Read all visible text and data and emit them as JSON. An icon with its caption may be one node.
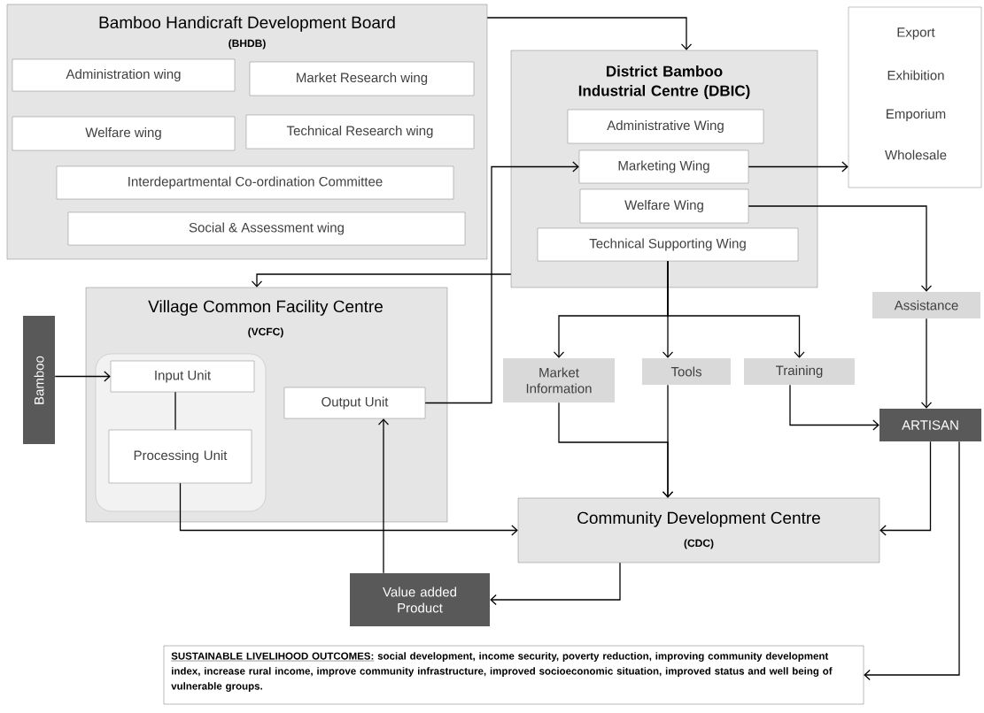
{
  "diagram": {
    "nodes": [
      {
        "text": [
          "Bamboo Handicraft Development Board",
          "(BHDB)"
        ]
      },
      {
        "text": [
          "Administration wing"
        ],
        "in": 0
      },
      {
        "text": [
          "Market Research wing"
        ],
        "in": 0
      },
      {
        "text": [
          "Welfare wing"
        ],
        "in": 0
      },
      {
        "text": [
          "Technical Research wing"
        ],
        "in": 0
      },
      {
        "text": [
          "Interdepartmental Co-ordination Committee"
        ],
        "in": 0
      },
      {
        "text": [
          "Social & Assessment wing"
        ],
        "in": 0
      },
      {
        "text": [
          "District Bamboo Industrial Centre (DBIC)"
        ]
      },
      {
        "text": [
          "Administrative Wing"
        ],
        "in": 7
      },
      {
        "text": [
          "Marketing Wing"
        ],
        "in": 7
      },
      {
        "text": [
          "Welfare Wing"
        ],
        "in": 7
      },
      {
        "text": [
          "Technical Supporting Wing"
        ],
        "in": 7
      },
      {
        "text": [
          "Export",
          "Exhibition",
          "Emporium",
          "Wholesale"
        ]
      },
      {
        "text": [
          "Village Common Facility Centre",
          "(VCFC)"
        ]
      },
      {
        "text": [],
        "shape": "box",
        "in": 13
      },
      {
        "text": [
          "Input Unit"
        ],
        "in": 14
      },
      {
        "text": [
          "Processing Unit"
        ],
        "in": 14
      },
      {
        "text": [
          "Output Unit"
        ],
        "in": 13
      },
      {
        "text": [
          "Bamboo"
        ]
      },
      {
        "text": [
          "Assistance"
        ]
      },
      {
        "text": [
          "Market Information"
        ]
      },
      {
        "text": [
          "Tools"
        ]
      },
      {
        "text": [
          "Training"
        ]
      },
      {
        "text": [
          "ARTISAN"
        ]
      },
      {
        "text": [
          "Community Development Centre",
          "(CDC)"
        ]
      },
      {
        "text": [
          "Value added Product"
        ]
      },
      {
        "text": [
          "SUSTAINABLE LIVELIHOOD OUTCOMES:",
          "social development, income security, poverty reduction, improving community development index, increase rural income, improve community infrastructure, improved socioeconomic situation, improved status and well being of vulnerable groups."
        ]
      }
    ],
    "edges": [
      {
        "from": 0,
        "to": 7,
        "arrow": "to"
      },
      {
        "from": 7,
        "to": 13,
        "arrow": "to"
      },
      {
        "from": 17,
        "to": 9,
        "arrow": "to"
      },
      {
        "from": 9,
        "to": 12,
        "arrow": "to"
      },
      {
        "from": 10,
        "to": 19,
        "arrow": "to"
      },
      {
        "from": 11,
        "to": 20,
        "arrow": "to"
      },
      {
        "from": 11,
        "to": 21,
        "arrow": "to"
      },
      {
        "from": 11,
        "to": 22,
        "arrow": "to"
      },
      {
        "from": 19,
        "to": 23,
        "arrow": "to"
      },
      {
        "from": 22,
        "to": 23,
        "arrow": "to"
      },
      {
        "from": 20,
        "to": 24,
        "arrow": "to"
      },
      {
        "from": 21,
        "to": 24,
        "arrow": "to"
      },
      {
        "from": 23,
        "to": 24,
        "arrow": "to"
      },
      {
        "from": 23,
        "to": 26,
        "arrow": "to"
      },
      {
        "from": 18,
        "to": 15,
        "arrow": "to"
      },
      {
        "from": 15,
        "to": 16,
        "arrow": "none"
      },
      {
        "from": 16,
        "to": 24,
        "arrow": "to"
      },
      {
        "from": 25,
        "to": 17,
        "arrow": "to"
      },
      {
        "from": 24,
        "to": 25,
        "arrow": "to"
      }
    ]
  }
}
